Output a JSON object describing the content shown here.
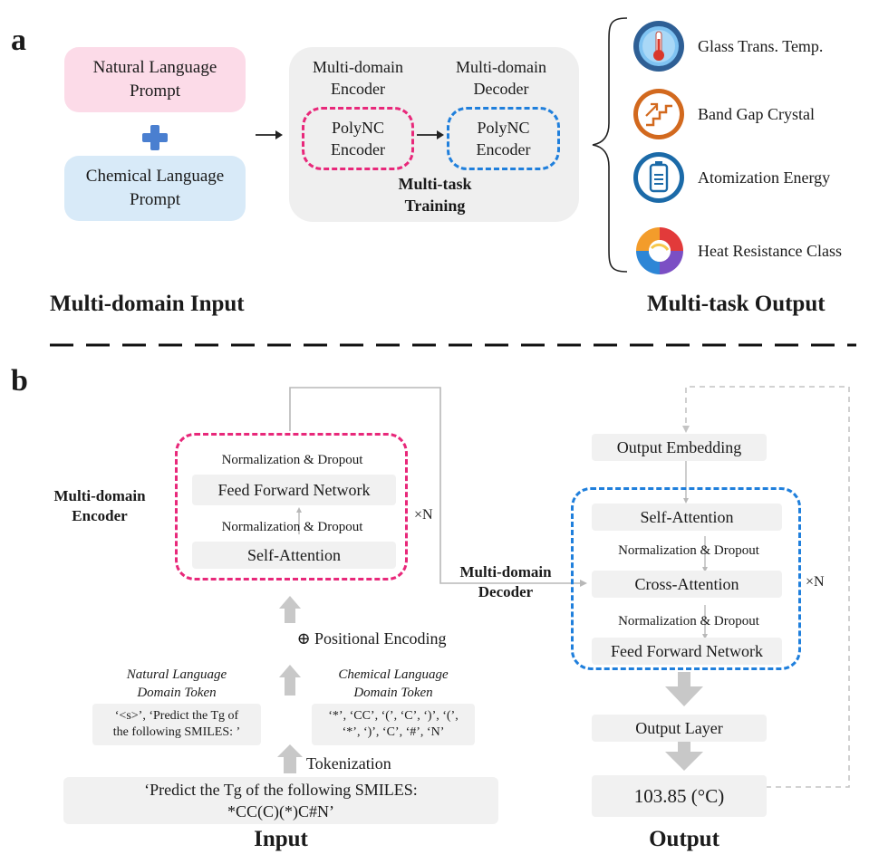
{
  "panel_a": {
    "label": "a",
    "natural_prompt": "Natural Language\nPrompt",
    "chemical_prompt": "Chemical Language\nPrompt",
    "encoder_title": "Multi-domain\nEncoder",
    "decoder_title": "Multi-domain\nDecoder",
    "encoder_box": "PolyNC\nEncoder",
    "decoder_box": "PolyNC\nEncoder",
    "training_label": "Multi-task\nTraining",
    "outputs": [
      {
        "label": "Glass Trans. Temp.",
        "icon": "thermometer-icon"
      },
      {
        "label": "Band Gap Crystal",
        "icon": "stairs-icon"
      },
      {
        "label": "Atomization Energy",
        "icon": "battery-icon"
      },
      {
        "label": "Heat Resistance Class",
        "icon": "colorful-swirl-icon"
      }
    ],
    "input_title": "Multi-domain Input",
    "output_title": "Multi-task Output"
  },
  "panel_b": {
    "label": "b",
    "encoder_side_label": "Multi-domain\nEncoder",
    "decoder_side_label": "Multi-domain\nDecoder",
    "encoder_layers": {
      "norm_top": "Normalization & Dropout",
      "ffn": "Feed Forward Network",
      "norm_mid": "Normalization & Dropout",
      "self_attention": "Self-Attention",
      "repeat": "×N"
    },
    "decoder_layers": {
      "output_embedding": "Output Embedding",
      "self_attention": "Self-Attention",
      "norm1": "Normalization & Dropout",
      "cross_attention": "Cross-Attention",
      "norm2": "Normalization & Dropout",
      "ffn": "Feed Forward Network",
      "repeat": "×N",
      "output_layer": "Output Layer",
      "output_value": "103.85 (°C)"
    },
    "positional_encoding": "⊕ Positional Encoding",
    "natural_token_title": "Natural Language\nDomain Token",
    "natural_token_text": "‘<s>’, ‘Predict the Tg of\nthe following SMILES: ’",
    "chemical_token_title": "Chemical Language\nDomain Token",
    "chemical_token_text": "‘*’, ‘CC’, ‘(’, ‘C’, ‘)’, ‘(’,\n‘*’, ‘)’, ‘C’, ‘#’, ‘N’",
    "tokenization": "Tokenization",
    "input_text": "‘Predict the Tg of the following SMILES:\n*CC(C)(*)C#N’",
    "input_title": "Input",
    "output_title": "Output"
  }
}
